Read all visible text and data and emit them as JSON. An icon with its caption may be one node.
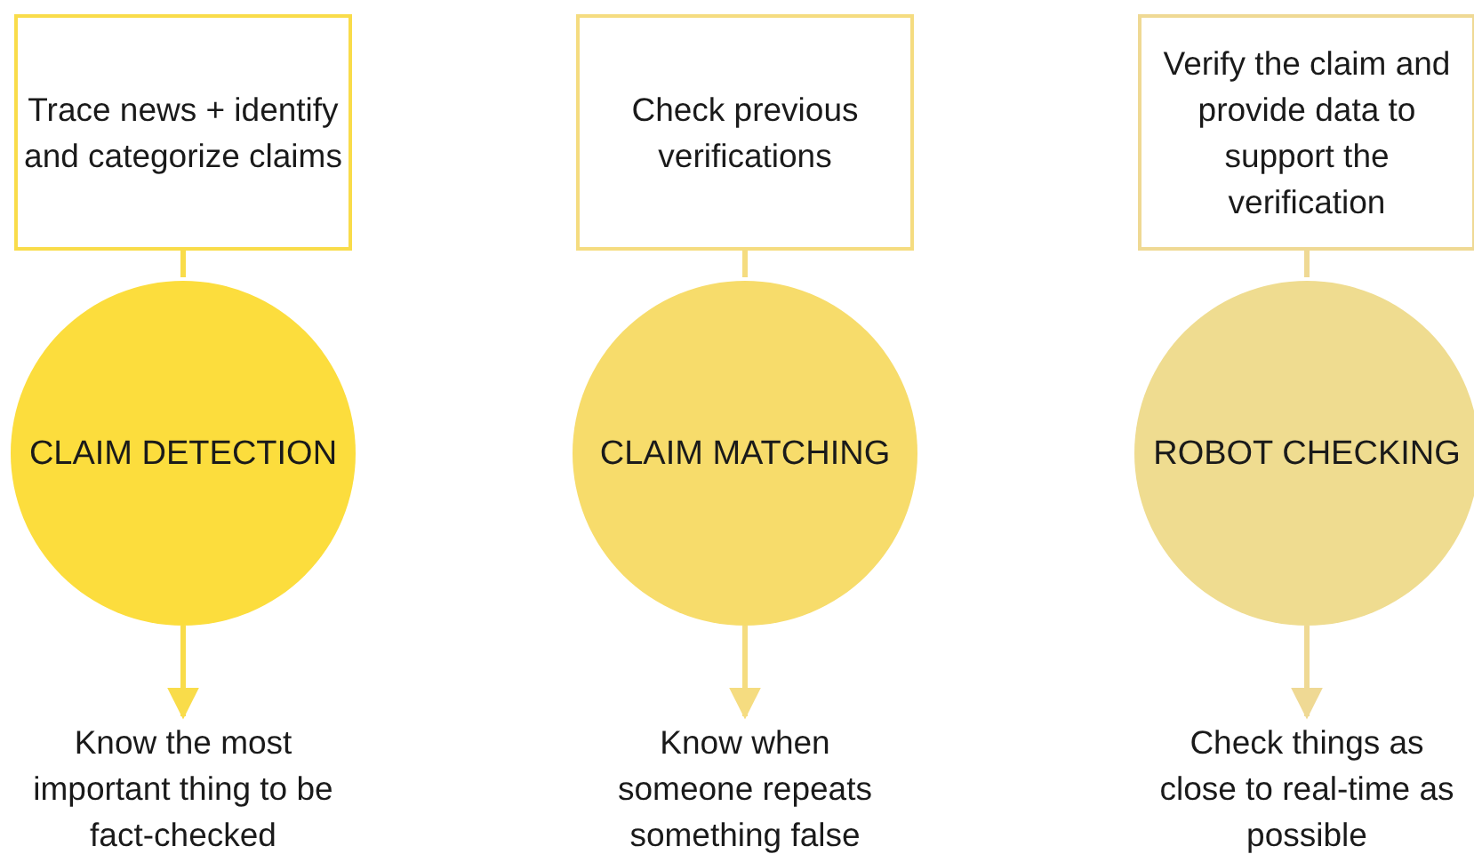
{
  "diagram": {
    "nodes": [
      {
        "text": [
          "Trace news + identify and categorize claims"
        ]
      },
      {
        "text": [
          "CLAIM DETECTION"
        ]
      },
      {
        "text": [
          "Know the most important thing to be fact-checked"
        ]
      },
      {
        "text": [
          "Check previous verifications"
        ]
      },
      {
        "text": [
          "CLAIM MATCHING"
        ]
      },
      {
        "text": [
          "Know when someone repeats something false"
        ]
      },
      {
        "text": [
          "Verify the claim and provide data to support the verification"
        ]
      },
      {
        "text": [
          "ROBOT CHECKING"
        ]
      },
      {
        "text": [
          "Check things as close to real-time as possible"
        ]
      }
    ],
    "edges": [
      {
        "from": 0,
        "to": 1,
        "arrow": "none",
        "color": "#f9dc4a"
      },
      {
        "from": 1,
        "to": 2,
        "arrow": "to",
        "color": "#f9dc4a"
      },
      {
        "from": 3,
        "to": 4,
        "arrow": "none",
        "color": "#f5dc80"
      },
      {
        "from": 4,
        "to": 5,
        "arrow": "to",
        "color": "#f5dc80"
      },
      {
        "from": 6,
        "to": 7,
        "arrow": "none",
        "color": "#efd994"
      },
      {
        "from": 7,
        "to": 8,
        "arrow": "to",
        "color": "#efd994"
      }
    ]
  }
}
